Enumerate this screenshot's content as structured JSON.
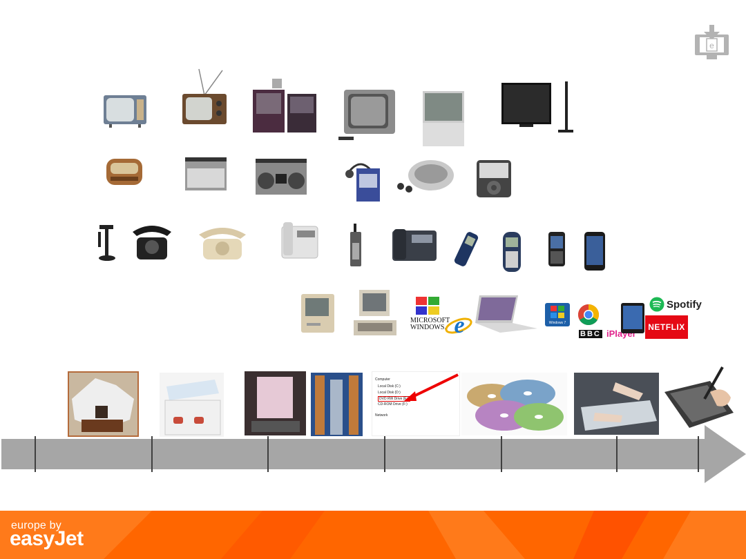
{
  "colors": {
    "footer_orange": "#ff6600",
    "timeline_gray": "#a6a6a6",
    "tick_dark": "#3f3f3f",
    "netflix_red": "#e50914",
    "spotify_green": "#1db954"
  },
  "header": {
    "archive_icon": "download-archive-icon",
    "archive_letter": "e"
  },
  "rows": {
    "television": [
      "1950s-tv",
      "1960s-antenna-tv",
      "1980s-console-tv",
      "crt-tv",
      "rear-projection-tv",
      "flat-screen-tv"
    ],
    "audio": [
      "valve-radio",
      "transistor-radio",
      "boombox",
      "walkman",
      "discman",
      "ipod-classic"
    ],
    "telephone": [
      "candlestick-phone",
      "rotary-phone-black",
      "rotary-phone-cream",
      "push-button-phone",
      "brick-mobile",
      "office-phone",
      "nokia-brick",
      "nokia-3310",
      "smartphone",
      "iphone"
    ],
    "computing": [
      "macintosh",
      "apple-ii",
      "windows-logo",
      "internet-explorer",
      "macbook",
      "windows-7",
      "chrome",
      "ipad",
      "bbc-iplayer",
      "spotify",
      "netflix"
    ]
  },
  "logos": {
    "ms_windows_line1": "MICROSOFT",
    "ms_windows_line2": "WINDOWS.",
    "win7": "Windows 7",
    "bbc": "BBC",
    "iplayer": "iPlayer",
    "spotify": "Spotify",
    "netflix": "NETFLIX"
  },
  "storage_images": [
    "paper-pile-desk",
    "filing-box",
    "microfiche-reader",
    "archive-shelves",
    "explorer-dvd-drive",
    "cd-discs",
    "document-scanner",
    "signature-pad"
  ],
  "explorer": {
    "items": [
      "Computer",
      "Local Disk (C:)",
      "Local Disk (D:)",
      "DVD RW Drive (E:)",
      "CD-ROM Drive (F:)",
      "Network"
    ]
  },
  "footer": {
    "line1": "europe by",
    "line2": "easyJet"
  }
}
